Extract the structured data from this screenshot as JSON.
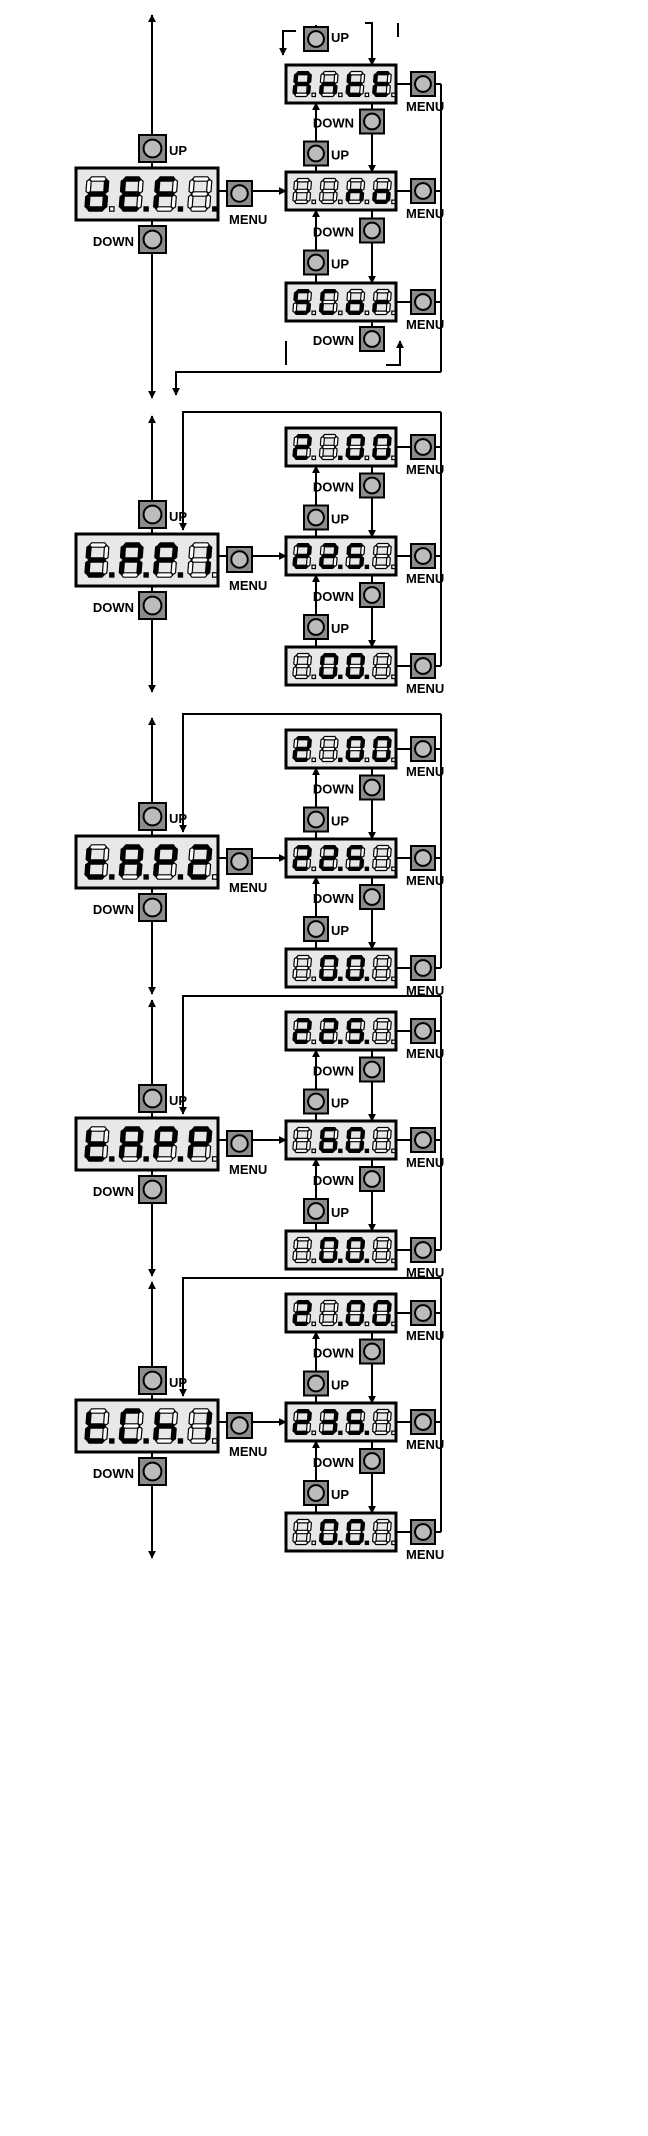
{
  "labels": {
    "up": "UP",
    "down": "DOWN",
    "menu": "MENU"
  },
  "colors": {
    "lcd": "#e8e8e8",
    "segment_on": "#000000",
    "segment_off": "#ffffff",
    "button_face": "#8c8c8c",
    "button_center": "#bcbcbc",
    "line": "#000000"
  },
  "sections": [
    {
      "id": "def",
      "main_display": {
        "chars": [
          "d",
          "E",
          "F",
          "8"
        ],
        "dots": [
          false,
          true,
          true,
          true
        ],
        "dim": [
          false,
          false,
          false,
          true
        ]
      },
      "options": [
        {
          "chars": [
            "A",
            "n",
            "t",
            "E"
          ],
          "dots": [
            false,
            false,
            false,
            false
          ],
          "dim": [
            false,
            false,
            false,
            false
          ]
        },
        {
          "chars": [
            "8",
            "8",
            "n",
            "o"
          ],
          "dots": [
            false,
            false,
            false,
            false
          ],
          "dim": [
            true,
            true,
            false,
            false
          ]
        },
        {
          "chars": [
            "S",
            "C",
            "o",
            "r"
          ],
          "dots": [
            false,
            false,
            false,
            false
          ],
          "dim": [
            false,
            false,
            false,
            false
          ]
        }
      ],
      "style": "cycle"
    },
    {
      "id": "tap1",
      "main_display": {
        "chars": [
          "t",
          "A",
          "P",
          "1"
        ],
        "dots": [
          true,
          true,
          true,
          false
        ],
        "dim": [
          false,
          false,
          false,
          false
        ]
      },
      "options": [
        {
          "chars": [
            "2",
            "1",
            "0",
            "0"
          ],
          "dots": [
            false,
            true,
            false,
            false
          ],
          "dim": [
            false,
            true,
            false,
            false
          ]
        },
        {
          "chars": [
            "2",
            "2",
            "5",
            "1"
          ],
          "dots": [
            false,
            true,
            true,
            false
          ],
          "dim": [
            false,
            false,
            false,
            true
          ]
        },
        {
          "chars": [
            "8",
            "0",
            "0",
            "1"
          ],
          "dots": [
            false,
            true,
            true,
            false
          ],
          "dim": [
            true,
            false,
            false,
            true
          ]
        }
      ],
      "style": "range"
    },
    {
      "id": "tap2",
      "main_display": {
        "chars": [
          "t",
          "A",
          "P",
          "2"
        ],
        "dots": [
          true,
          true,
          true,
          false
        ],
        "dim": [
          false,
          false,
          false,
          false
        ]
      },
      "options": [
        {
          "chars": [
            "2",
            "1",
            "0",
            "0"
          ],
          "dots": [
            false,
            true,
            false,
            false
          ],
          "dim": [
            false,
            true,
            false,
            false
          ]
        },
        {
          "chars": [
            "2",
            "2",
            "5",
            "1"
          ],
          "dots": [
            false,
            true,
            true,
            false
          ],
          "dim": [
            false,
            false,
            false,
            true
          ]
        },
        {
          "chars": [
            "8",
            "0",
            "0",
            "1"
          ],
          "dots": [
            false,
            true,
            true,
            false
          ],
          "dim": [
            true,
            false,
            false,
            true
          ]
        }
      ],
      "style": "range"
    },
    {
      "id": "tapp",
      "main_display": {
        "chars": [
          "t",
          "A",
          "P",
          "P"
        ],
        "dots": [
          true,
          true,
          true,
          false
        ],
        "dim": [
          false,
          false,
          false,
          false
        ]
      },
      "options": [
        {
          "chars": [
            "2",
            "2",
            "5",
            "1"
          ],
          "dots": [
            false,
            true,
            true,
            false
          ],
          "dim": [
            false,
            false,
            false,
            true
          ]
        },
        {
          "chars": [
            "8",
            "6",
            "0",
            "1"
          ],
          "dots": [
            false,
            true,
            true,
            false
          ],
          "dim": [
            true,
            false,
            false,
            true
          ]
        },
        {
          "chars": [
            "8",
            "0",
            "0",
            "1"
          ],
          "dots": [
            false,
            true,
            true,
            false
          ],
          "dim": [
            true,
            false,
            false,
            true
          ]
        }
      ],
      "style": "range"
    },
    {
      "id": "tch1",
      "main_display": {
        "chars": [
          "t",
          "C",
          "h",
          "1"
        ],
        "dots": [
          true,
          true,
          true,
          false
        ],
        "dim": [
          false,
          false,
          false,
          false
        ]
      },
      "options": [
        {
          "chars": [
            "2",
            "1",
            "0",
            "0"
          ],
          "dots": [
            false,
            true,
            false,
            false
          ],
          "dim": [
            false,
            true,
            false,
            false
          ]
        },
        {
          "chars": [
            "2",
            "3",
            "5",
            "1"
          ],
          "dots": [
            false,
            true,
            true,
            false
          ],
          "dim": [
            false,
            false,
            false,
            true
          ]
        },
        {
          "chars": [
            "8",
            "0",
            "0",
            "1"
          ],
          "dots": [
            false,
            true,
            true,
            false
          ],
          "dim": [
            true,
            false,
            false,
            true
          ]
        }
      ],
      "style": "range"
    }
  ]
}
